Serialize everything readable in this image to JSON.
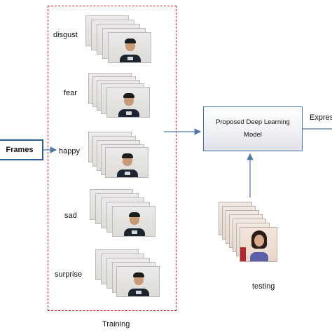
{
  "frames_label": "Frames",
  "emotions": [
    "disgust",
    "fear",
    "happy",
    "sad",
    "surprise"
  ],
  "training_label": "Training",
  "model_label_line1": "Proposed Deep Learning",
  "model_label_line2": "Model",
  "testing_label": "testing",
  "output_label": "Express",
  "colors": {
    "arrow": "#4f79a8",
    "training_border": "#d21f1f",
    "box_border": "#2e5f93"
  }
}
